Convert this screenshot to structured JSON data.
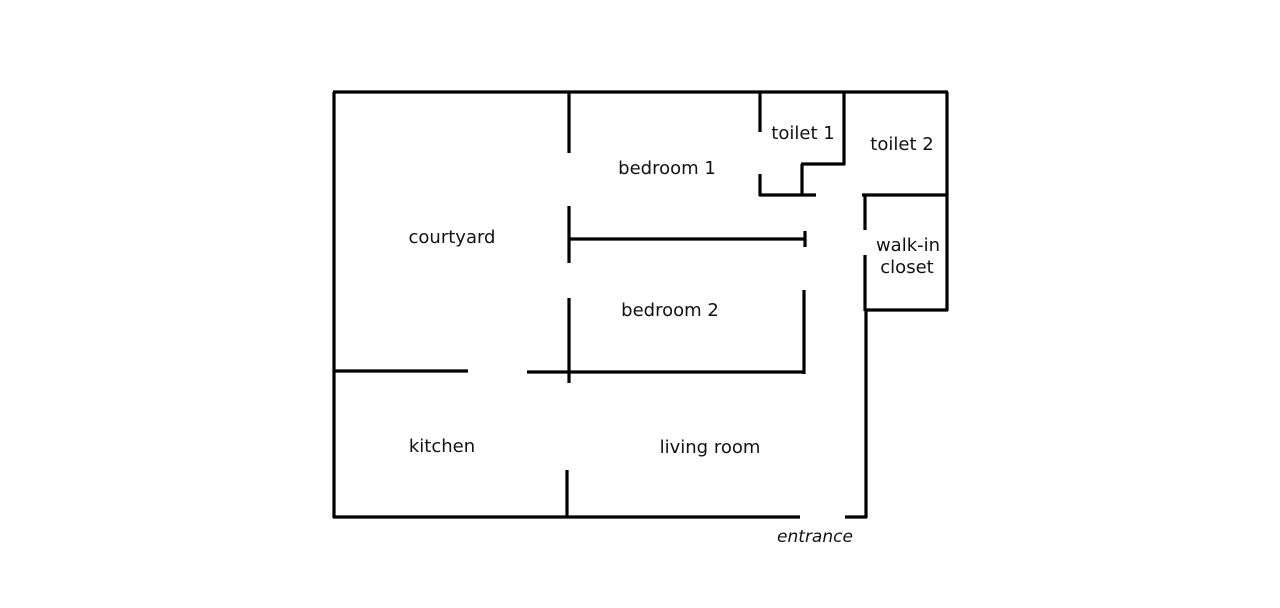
{
  "rooms": {
    "courtyard": "courtyard",
    "bedroom_1": "bedroom 1",
    "bedroom_2": "bedroom 2",
    "toilet_1": "toilet 1",
    "toilet_2": "toilet 2",
    "walk_in_closet_line1": "walk-in",
    "walk_in_closet_line2": "closet",
    "kitchen": "kitchen",
    "living_room": "living room"
  },
  "entrance": "entrance",
  "colors": {
    "wall": "#000000",
    "background": "#ffffff",
    "text": "#111111"
  }
}
